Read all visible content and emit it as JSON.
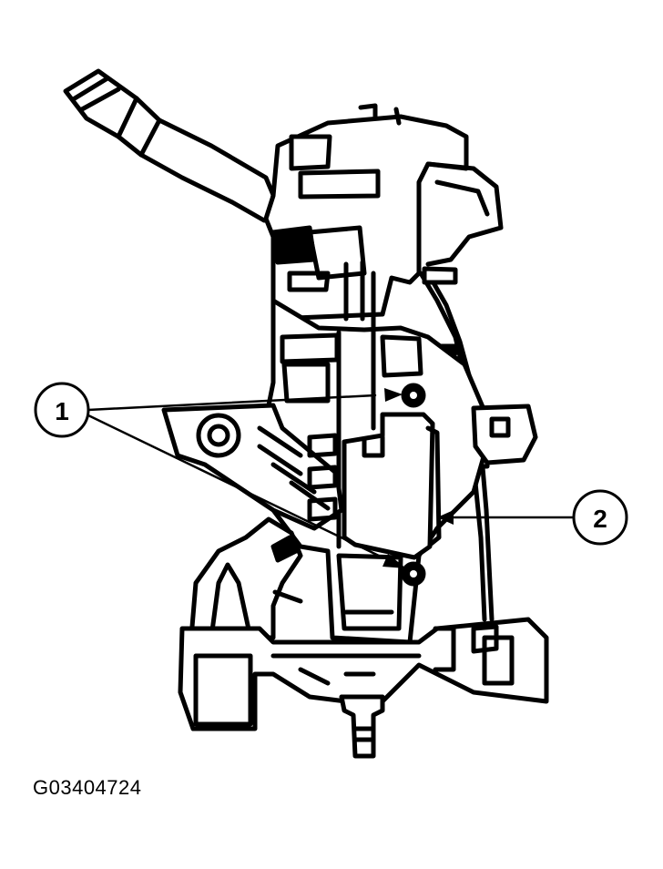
{
  "figure": {
    "id_label": "G03404724"
  },
  "callouts": [
    {
      "number": "1"
    },
    {
      "number": "2"
    }
  ],
  "colors": {
    "ink": "#000000",
    "paper": "#ffffff"
  }
}
